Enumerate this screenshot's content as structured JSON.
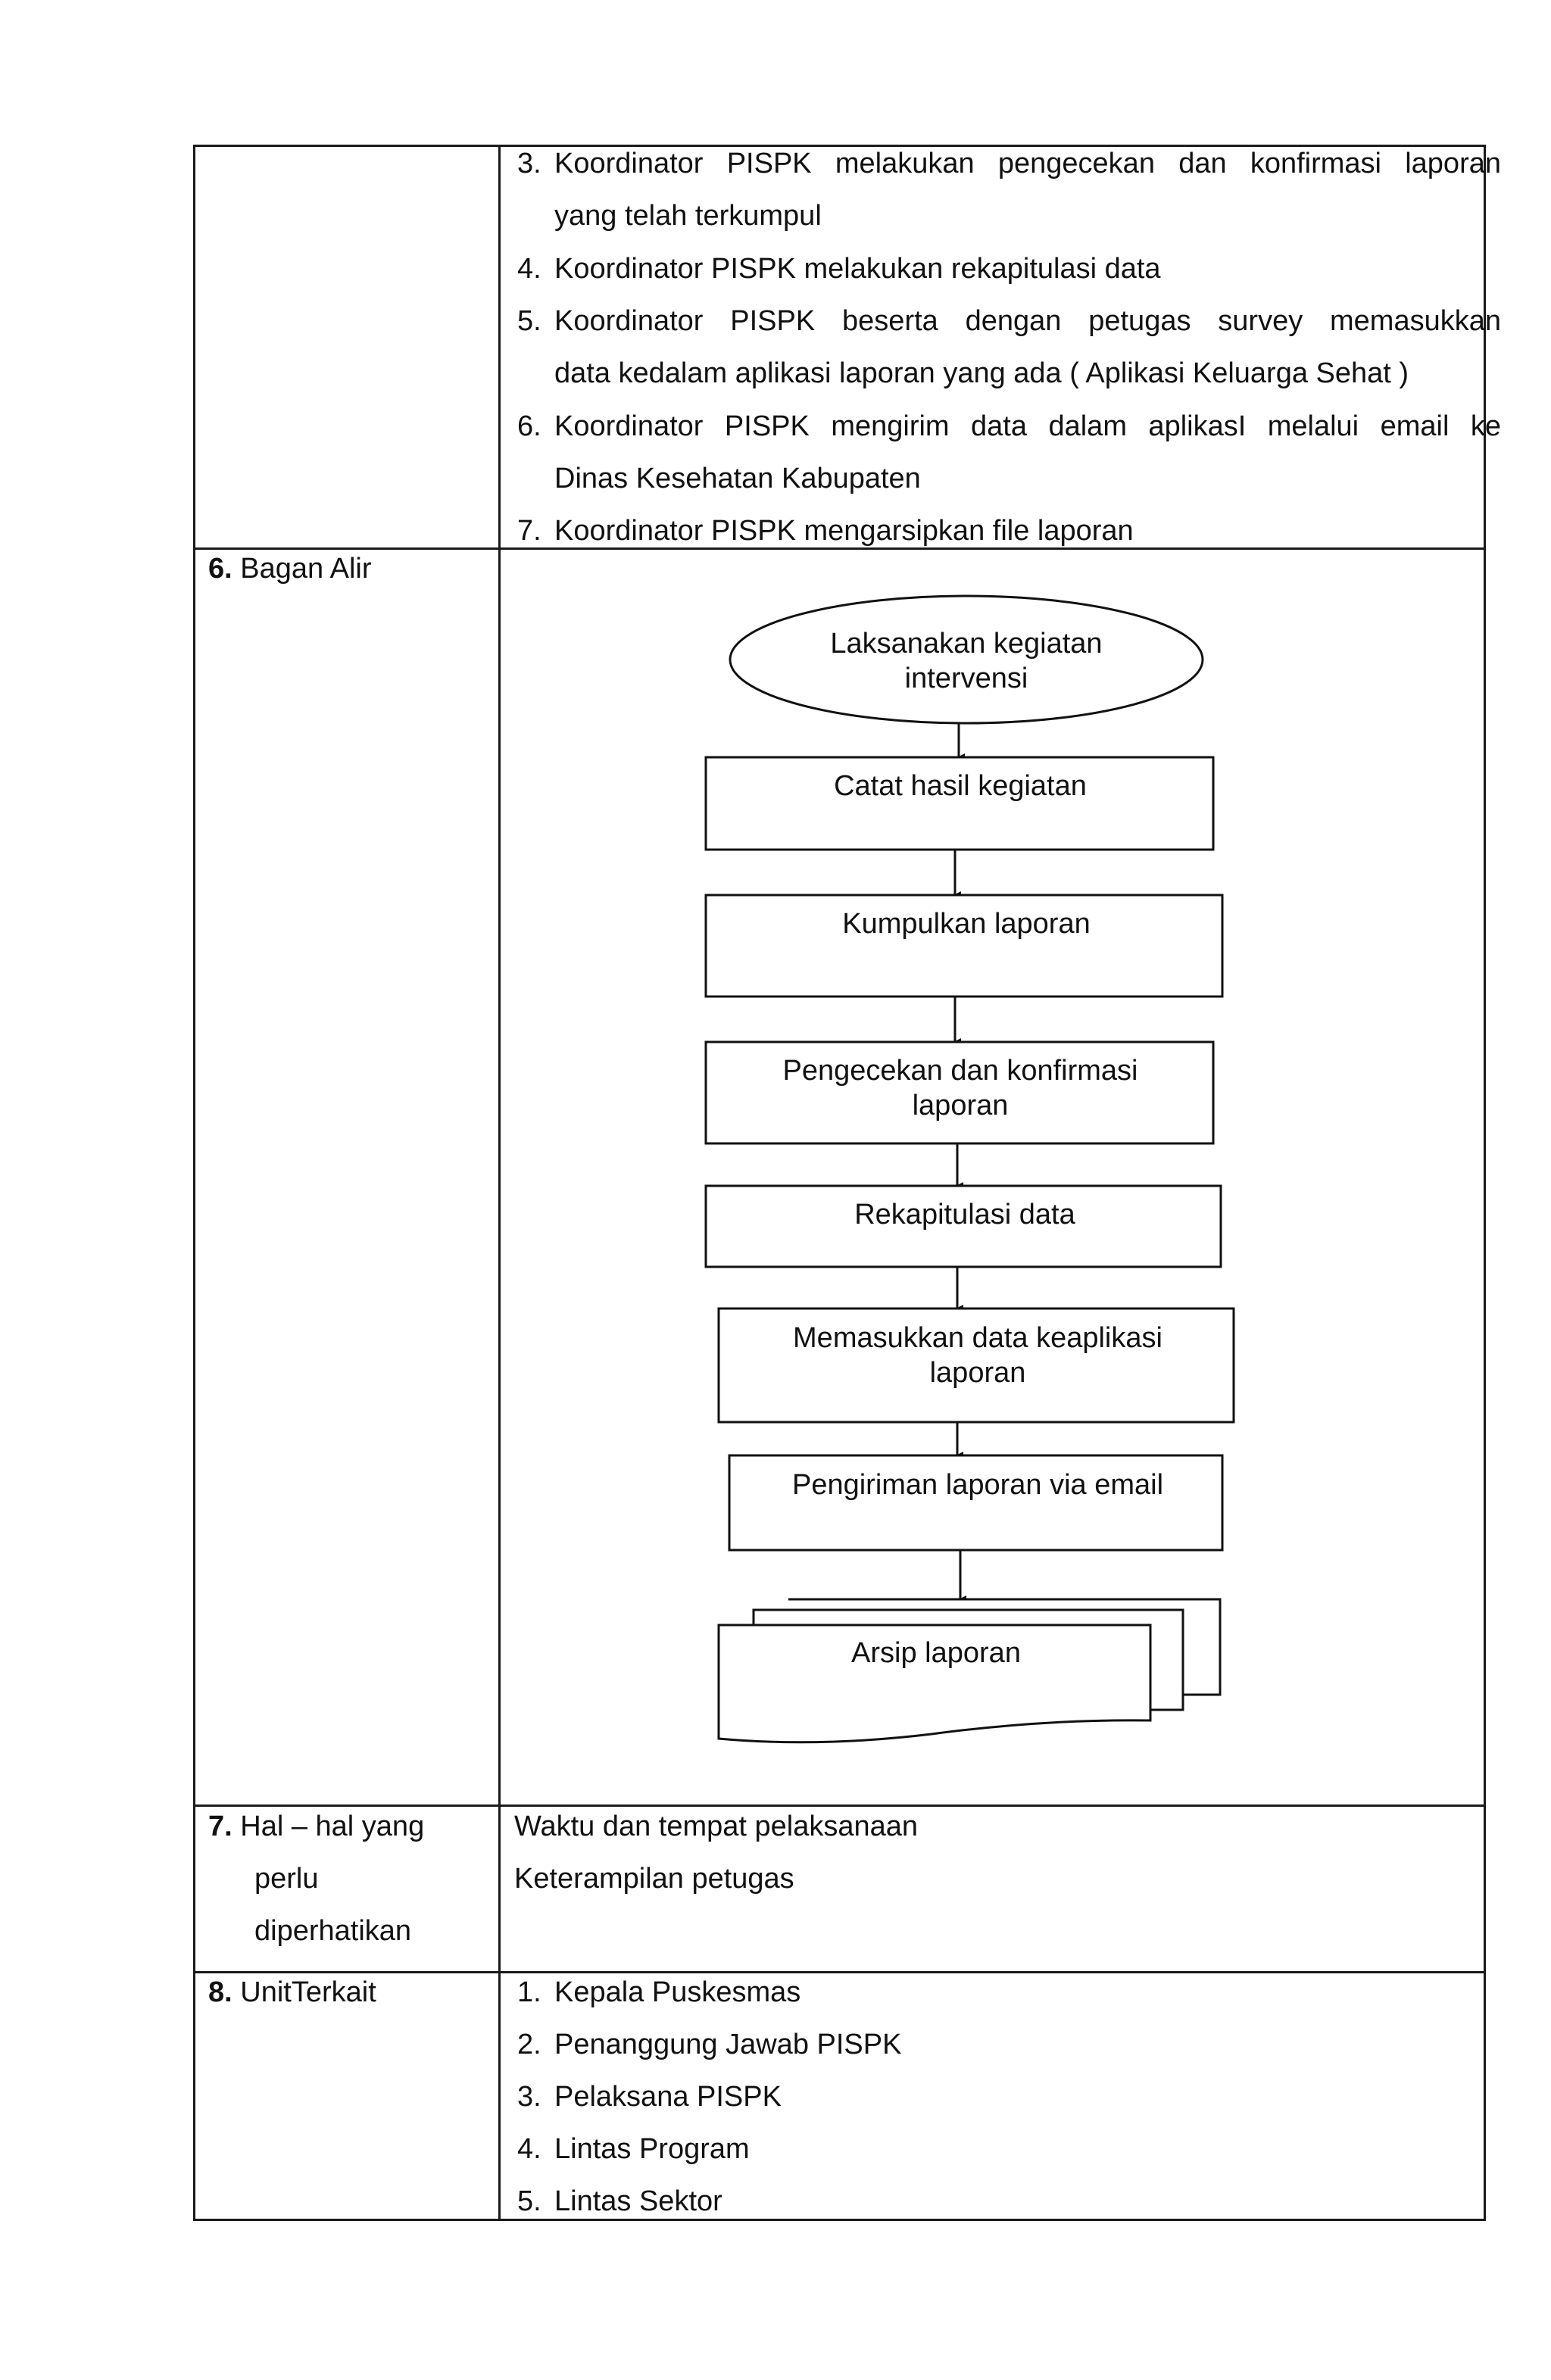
{
  "procedure_steps": [
    {
      "num": "3.",
      "line1": "Koordinator PISPK melakukan pengecekan dan konfirmasi laporan",
      "line2": "yang telah terkumpul"
    },
    {
      "num": "4.",
      "line1": "Koordinator PISPK melakukan rekapitulasi data"
    },
    {
      "num": "5.",
      "line1": "Koordinator PISPK beserta dengan petugas survey memasukkan",
      "line2": "data kedalam aplikasi laporan yang ada ( Aplikasi Keluarga Sehat )"
    },
    {
      "num": "6.",
      "line1": "Koordinator PISPK mengirim data dalam aplikasI melalui email ke",
      "line2": "Dinas Kesehatan Kabupaten"
    },
    {
      "num": "7.",
      "line1": "Koordinator  PISPK mengarsipkan file laporan"
    }
  ],
  "flowchart_section": {
    "num": "6.",
    "label": "Bagan Alir"
  },
  "flowchart": {
    "start": {
      "line1": "Laksanakan kegiatan",
      "line2": "intervensi"
    },
    "steps": [
      {
        "line1": "Catat hasil kegiatan"
      },
      {
        "line1": "Kumpulkan  laporan"
      },
      {
        "line1": "Pengecekan dan konfirmasi",
        "line2": "laporan"
      },
      {
        "line1": "Rekapitulasi data"
      },
      {
        "line1": "Memasukkan data keaplikasi",
        "line2": "laporan"
      },
      {
        "line1": "Pengiriman laporan via email"
      }
    ],
    "document": {
      "line1": "Arsip laporan"
    }
  },
  "notes_section": {
    "num": "7.",
    "label_line1": "Hal – hal yang",
    "label_line2": "perlu",
    "label_line3": "diperhatikan",
    "items": [
      "Waktu dan tempat pelaksanaan",
      "Keterampilan petugas"
    ]
  },
  "units_section": {
    "num": "8.",
    "label": "UnitTerkait",
    "items": [
      {
        "num": "1.",
        "text": "Kepala Puskesmas"
      },
      {
        "num": "2.",
        "text": "Penanggung Jawab PISPK"
      },
      {
        "num": "3.",
        "text": "Pelaksana PISPK"
      },
      {
        "num": "4.",
        "text": "Lintas Program"
      },
      {
        "num": "5.",
        "text": "Lintas Sektor"
      }
    ]
  }
}
